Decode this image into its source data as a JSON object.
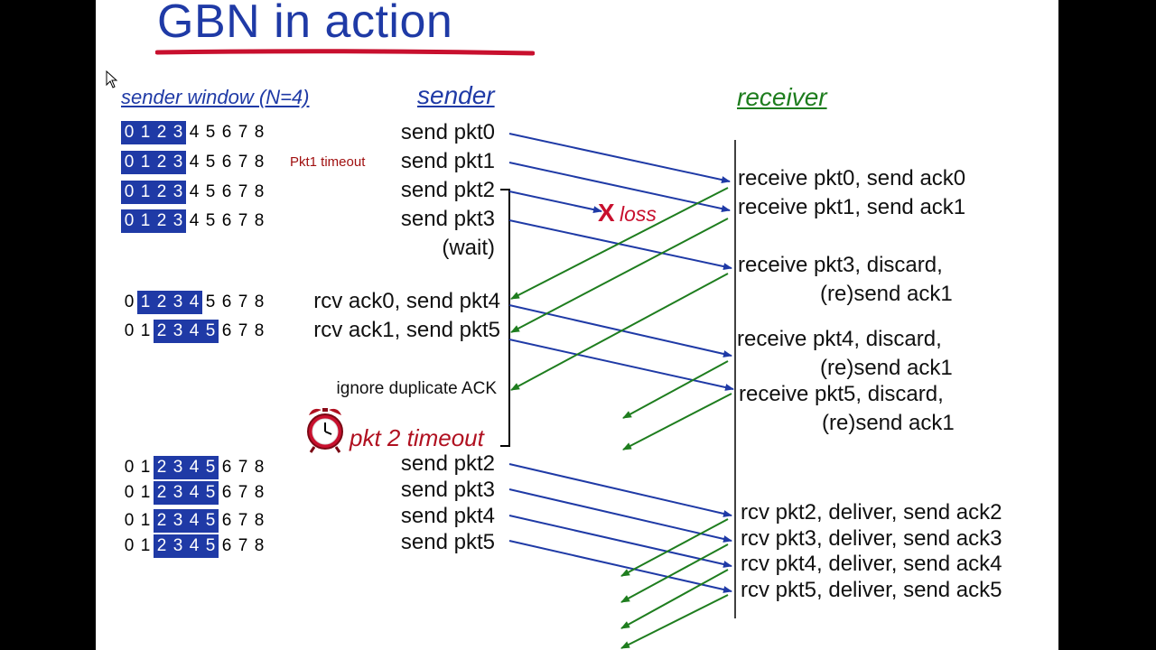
{
  "title": "GBN in action",
  "headers": {
    "window": "sender window (N=4)",
    "sender": "sender",
    "receiver": "receiver"
  },
  "window_digits": [
    "0",
    "1",
    "2",
    "3",
    "4",
    "5",
    "6",
    "7",
    "8"
  ],
  "window_rows": [
    {
      "start": 0,
      "size": 4
    },
    {
      "start": 0,
      "size": 4
    },
    {
      "start": 0,
      "size": 4
    },
    {
      "start": 0,
      "size": 4
    },
    {
      "start": 1,
      "size": 4
    },
    {
      "start": 2,
      "size": 4
    },
    {
      "start": 2,
      "size": 4
    },
    {
      "start": 2,
      "size": 4
    },
    {
      "start": 2,
      "size": 4
    },
    {
      "start": 2,
      "size": 4
    }
  ],
  "sender_events": [
    "send  pkt0",
    "send  pkt1",
    "send  pkt2",
    "send  pkt3",
    "(wait)",
    "rcv ack0, send pkt4",
    "rcv ack1, send pkt5",
    "send  pkt2",
    "send  pkt3",
    "send  pkt4",
    "send  pkt5"
  ],
  "receiver_events": [
    "receive pkt0, send ack0",
    "receive pkt1, send ack1",
    "receive pkt3, discard,",
    "(re)send ack1",
    "receive pkt4, discard,",
    "(re)send ack1",
    "receive pkt5, discard,",
    "(re)send ack1",
    "rcv pkt2, deliver, send ack2",
    "rcv pkt3, deliver, send ack3",
    "rcv pkt4, deliver, send ack4",
    "rcv pkt5, deliver, send ack5"
  ],
  "annotations": {
    "pkt1_timeout": "Pkt1 timeout",
    "loss_mark": "X",
    "loss": "loss",
    "ignore_duplicate": "ignore duplicate ACK",
    "pkt2_timeout": "pkt 2 timeout"
  },
  "colors": {
    "data_arrow": "#1f3aa6",
    "ack_arrow": "#1e7d1e",
    "title": "#1f3aa6",
    "underline": "#c8102e",
    "timeout": "#b01020"
  },
  "icons": {
    "clock": "alarm-clock-icon",
    "cursor": "mouse-pointer-icon"
  }
}
